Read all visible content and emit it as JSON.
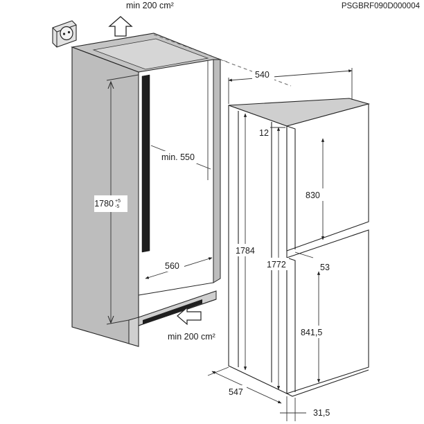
{
  "header": {
    "vent_top": "min 200 cm²",
    "code": "PSGBRF090D000004"
  },
  "niche": {
    "height": "1780",
    "height_tol_top": "+5",
    "height_tol_bottom": "-5",
    "depth": "min. 550",
    "width": "560",
    "vent_bottom": "min 200 cm²"
  },
  "appliance": {
    "width": "540",
    "top_gap": "12",
    "upper_door": "830",
    "total_height": "1784",
    "door_height": "1772",
    "door_gap": "53",
    "lower_door": "841,5",
    "depth": "547",
    "door_thickness": "31,5"
  }
}
